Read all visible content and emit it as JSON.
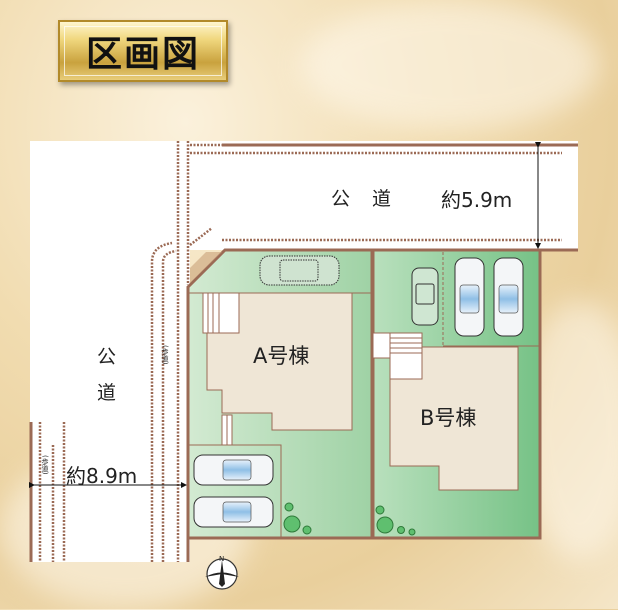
{
  "title": "区画図",
  "roads": {
    "top": {
      "label": "公 道",
      "width": "約5.9m"
    },
    "left": {
      "label_1": "公",
      "label_2": "道",
      "width": "約8.9m"
    }
  },
  "sidewalks": {
    "label_right": "(歩道)",
    "label_left": "(歩道)"
  },
  "buildings": {
    "a": "A号棟",
    "b": "B号棟"
  },
  "compass": {
    "north": "N"
  },
  "colors": {
    "lot_green": "#a8d6ad",
    "boundary": "#9b6a55",
    "house": "#efe6d6"
  }
}
